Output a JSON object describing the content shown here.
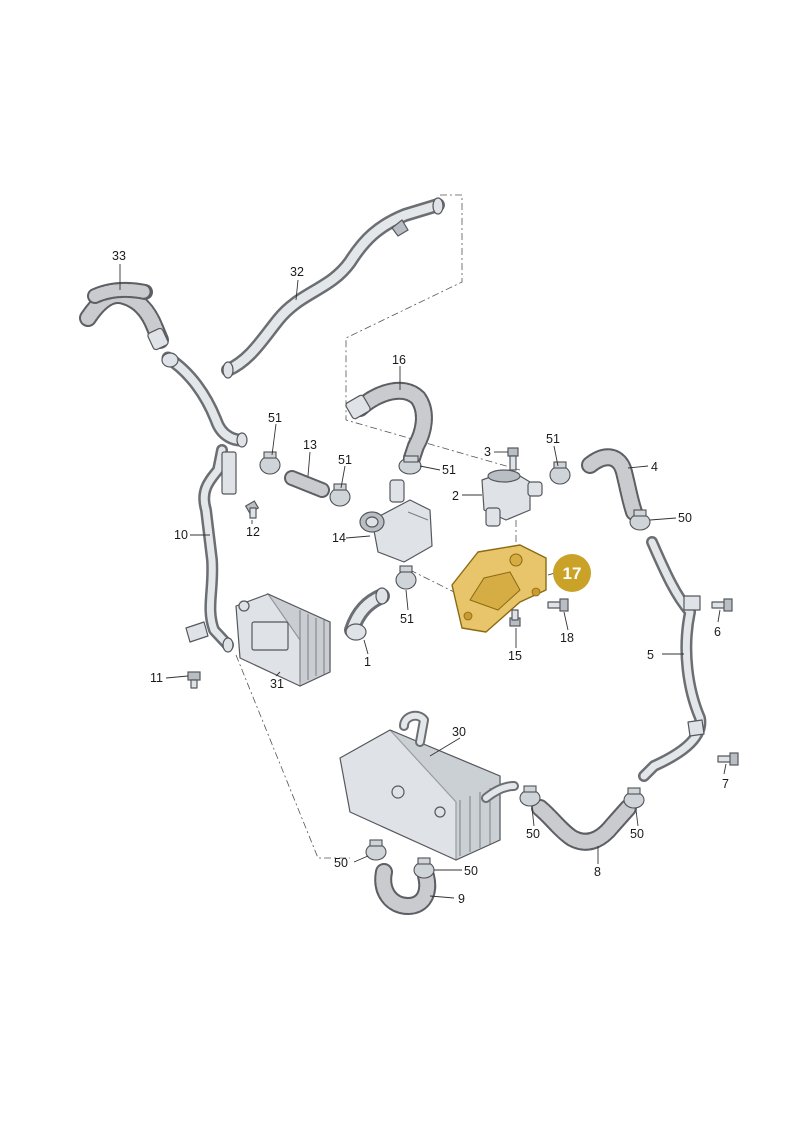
{
  "diagram": {
    "callouts": [
      {
        "id": "c1",
        "label": "1"
      },
      {
        "id": "c2",
        "label": "2"
      },
      {
        "id": "c3",
        "label": "3"
      },
      {
        "id": "c4",
        "label": "4"
      },
      {
        "id": "c5",
        "label": "5"
      },
      {
        "id": "c6",
        "label": "6"
      },
      {
        "id": "c7",
        "label": "7"
      },
      {
        "id": "c8",
        "label": "8"
      },
      {
        "id": "c9",
        "label": "9"
      },
      {
        "id": "c10",
        "label": "10"
      },
      {
        "id": "c11",
        "label": "11"
      },
      {
        "id": "c12",
        "label": "12"
      },
      {
        "id": "c13",
        "label": "13"
      },
      {
        "id": "c14",
        "label": "14"
      },
      {
        "id": "c15",
        "label": "15"
      },
      {
        "id": "c16",
        "label": "16"
      },
      {
        "id": "c18",
        "label": "18"
      },
      {
        "id": "c30",
        "label": "30"
      },
      {
        "id": "c31",
        "label": "31"
      },
      {
        "id": "c32",
        "label": "32"
      },
      {
        "id": "c33",
        "label": "33"
      },
      {
        "id": "c50a",
        "label": "50"
      },
      {
        "id": "c50b",
        "label": "50"
      },
      {
        "id": "c50c",
        "label": "50"
      },
      {
        "id": "c50d",
        "label": "50"
      },
      {
        "id": "c50e",
        "label": "50"
      },
      {
        "id": "c51a",
        "label": "51"
      },
      {
        "id": "c51b",
        "label": "51"
      },
      {
        "id": "c51c",
        "label": "51"
      },
      {
        "id": "c51d",
        "label": "51"
      },
      {
        "id": "c51e",
        "label": "51"
      }
    ],
    "highlight": {
      "label": "17",
      "color": "#c9a227"
    },
    "colors": {
      "line": "#333333",
      "part_fill": "#dfe3e7",
      "highlight_fill": "#e8c56a"
    }
  }
}
